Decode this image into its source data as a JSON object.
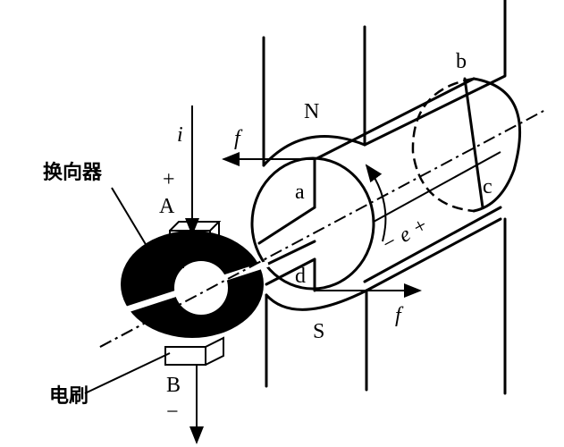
{
  "labels": {
    "commutator": "换向器",
    "brush": "电刷",
    "current": "i",
    "plus": "+",
    "minus": "−",
    "terminal_a": "A",
    "terminal_b": "B",
    "pole_n": "N",
    "pole_s": "S",
    "coil_a": "a",
    "coil_b": "b",
    "coil_c": "c",
    "coil_d": "d",
    "force_top": "f",
    "force_bottom": "f",
    "emf": "− e +"
  }
}
